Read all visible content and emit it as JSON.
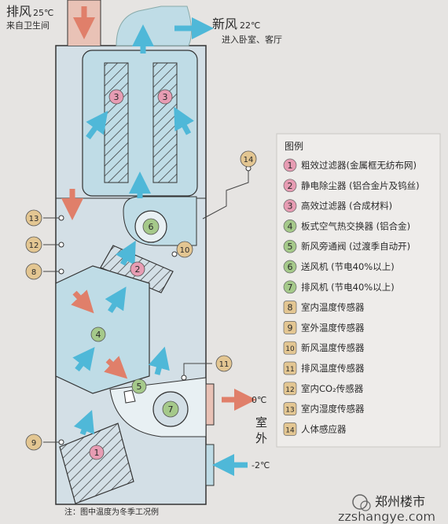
{
  "exhaust": {
    "label": "排风",
    "temp": "25℃",
    "source": "来自卫生间"
  },
  "fresh": {
    "label": "新风",
    "temp": "22℃",
    "dest": "进入卧室、客厅"
  },
  "outdoor": {
    "label_1": "室",
    "label_2": "外",
    "temp_out": "0℃",
    "temp_in": "-2℃"
  },
  "legend": {
    "title": "图例",
    "items": [
      {
        "num": "1",
        "text": "粗效过滤器(金属框无纺布网)",
        "shape": "circle",
        "color": "#e79cb3"
      },
      {
        "num": "2",
        "text": "静电除尘器 (铝合金片及钨丝)",
        "shape": "circle",
        "color": "#e79cb3"
      },
      {
        "num": "3",
        "text": "高效过滤器 (合成材料)",
        "shape": "circle",
        "color": "#e79cb3"
      },
      {
        "num": "4",
        "text": "板式空气热交换器 (铝合金)",
        "shape": "circle",
        "color": "#a5c98a"
      },
      {
        "num": "5",
        "text": "新风旁通阀 (过渡季自动开)",
        "shape": "circle",
        "color": "#a5c98a"
      },
      {
        "num": "6",
        "text": "送风机 (节电40%以上)",
        "shape": "circle",
        "color": "#a5c98a"
      },
      {
        "num": "7",
        "text": "排风机 (节电40%以上)",
        "shape": "circle",
        "color": "#a5c98a"
      },
      {
        "num": "8",
        "text": "室内温度传感器",
        "shape": "square",
        "color": "#e3c692"
      },
      {
        "num": "9",
        "text": "室外温度传感器",
        "shape": "square",
        "color": "#e3c692"
      },
      {
        "num": "10",
        "text": "新风温度传感器",
        "shape": "square",
        "color": "#e3c692"
      },
      {
        "num": "11",
        "text": "排风温度传感器",
        "shape": "square",
        "color": "#e3c692"
      },
      {
        "num": "12",
        "text": "室内CO₂传感器",
        "shape": "square",
        "color": "#e3c692"
      },
      {
        "num": "13",
        "text": "室内湿度传感器",
        "shape": "square",
        "color": "#e3c692"
      },
      {
        "num": "14",
        "text": "人体感应器",
        "shape": "square",
        "color": "#e3c692"
      }
    ]
  },
  "note": "注：图中温度为冬季工况例",
  "watermark": {
    "brand": "郑州楼市",
    "url": "zzshangye.com"
  },
  "colors": {
    "air_blue": "#4fb8d8",
    "air_red": "#e07f6a",
    "box_fill": "#bfdce6",
    "housing": "#d3dfe6",
    "outline": "#333333"
  }
}
